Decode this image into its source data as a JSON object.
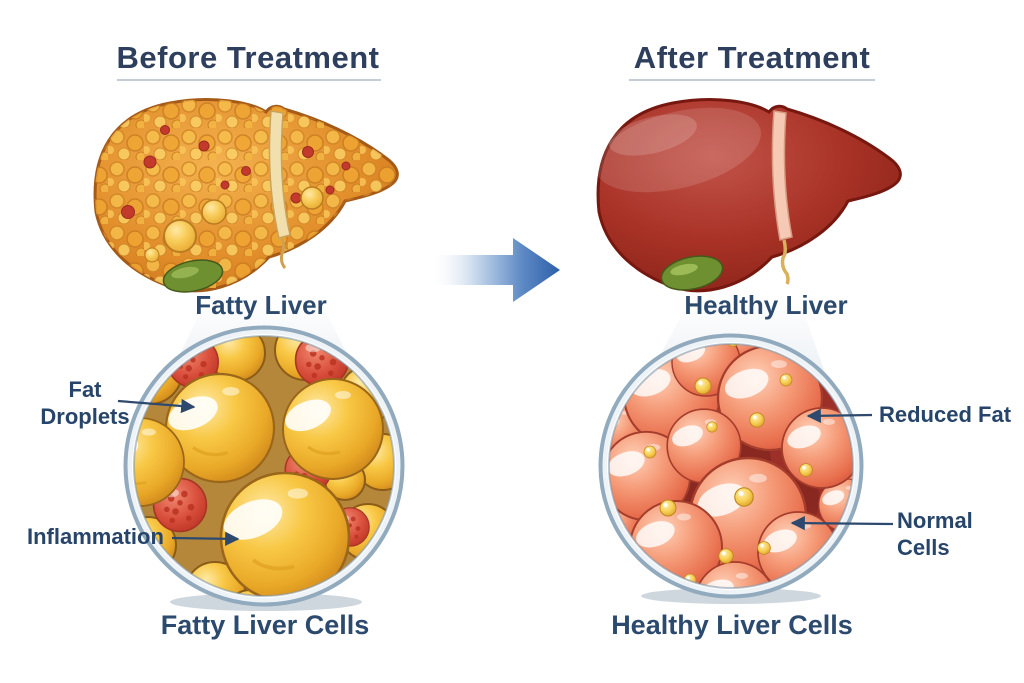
{
  "before": {
    "title": "Before Treatment",
    "liver_label": "Fatty Liver",
    "cells_label": "Fatty Liver Cells",
    "callouts": {
      "fat_droplets": "Fat\nDroplets",
      "inflammation": "Inflammation"
    }
  },
  "after": {
    "title": "After Treatment",
    "liver_label": "Healthy Liver",
    "cells_label": "Healthy Liver Cells",
    "callouts": {
      "reduced_fat": "Reduced Fat",
      "normal_cells": "Normal\nCells"
    }
  },
  "colors": {
    "title_text": "#2e3f5e",
    "label_text": "#2c4a6e",
    "callout_text": "#27456a",
    "title_underline": "#c6ccd4",
    "transition_arrow_blue": "#2e64ae",
    "fatty_liver_orange": "#e59334",
    "healthy_liver_red": "#a93226",
    "fat_cell_yellow": "#f5c033",
    "healthy_cell_salmon": "#ef8260",
    "inflammation_red": "#c9402f",
    "gallbladder_green": "#6f9030",
    "lens_ring": "#8fa7ba"
  }
}
